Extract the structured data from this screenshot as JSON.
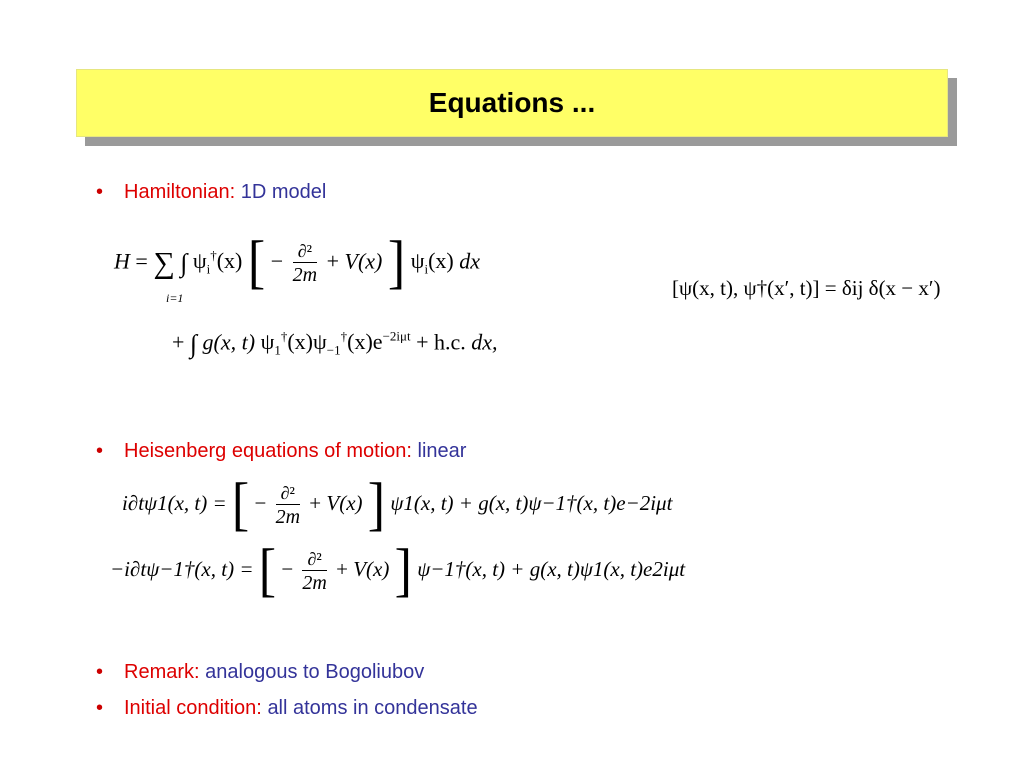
{
  "slide": {
    "title": "Equations ..."
  },
  "bullets": [
    {
      "label": "Hamiltonian:",
      "value": "1D model"
    },
    {
      "label": "Heisenberg equations of motion:",
      "value": "linear"
    },
    {
      "label": "Remark:",
      "value": "analogous to Bogoliubov"
    },
    {
      "label": "Initial condition:",
      "value": "all atoms in condensate"
    }
  ],
  "bullet_glyph": "•",
  "equations": {
    "hamiltonian_line1": {
      "lhs": "H",
      "sum_sub": "i=1",
      "frac_num": "∂²",
      "frac_den": "2m",
      "potential": "V(x)",
      "differential": "dx"
    },
    "commutator": "[ψ(x, t), ψ†(x′, t)] = δij δ(x − x′)",
    "hamiltonian_line2": {
      "coupling": "g(x, t)",
      "conj": "+ h.c.",
      "tail": "dx,"
    },
    "heisenberg1": {
      "lhs": "i∂tψ1(x, t) =",
      "frac_num": "∂²",
      "frac_den": "2m",
      "potential": "V(x)",
      "rhs": "ψ1(x, t) + g(x, t)ψ−1†(x, t)e−2iμt"
    },
    "heisenberg2": {
      "lhs": "−i∂tψ−1†(x, t) =",
      "frac_num": "∂²",
      "frac_den": "2m",
      "potential": "V(x)",
      "rhs": "ψ−1†(x, t) + g(x, t)ψ1(x, t)e2iμt"
    }
  }
}
